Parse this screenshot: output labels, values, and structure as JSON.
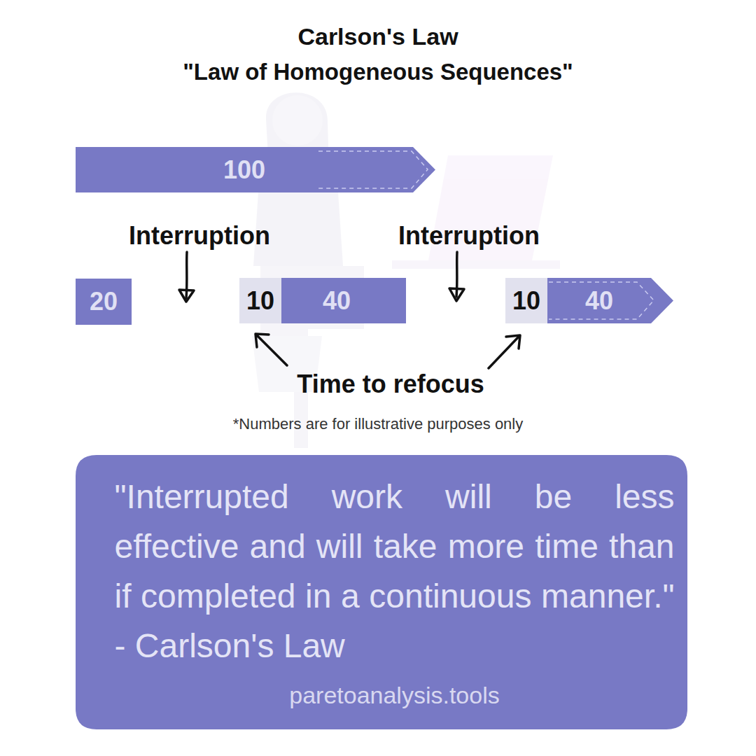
{
  "diagram": {
    "title": "Carlson's Law",
    "nodes": [
      {
        "text": [
          "100"
        ]
      },
      {
        "text": [
          "20"
        ]
      },
      {
        "text": [
          "10"
        ]
      },
      {
        "text": [
          "40"
        ]
      },
      {
        "text": [
          "10"
        ]
      },
      {
        "text": [
          "40"
        ]
      },
      {
        "text": [
          "\"Interrupted work will be less effective and will take more time than if completed in a continuous manner.\" - Carlson's Law",
          "paretoanalysis.tools"
        ]
      }
    ],
    "labels": [
      "\"Law of Homogeneous Sequences\"",
      "Interruption",
      "Interruption",
      "Time to refocus",
      "*Numbers are for illustrative purposes only"
    ]
  }
}
